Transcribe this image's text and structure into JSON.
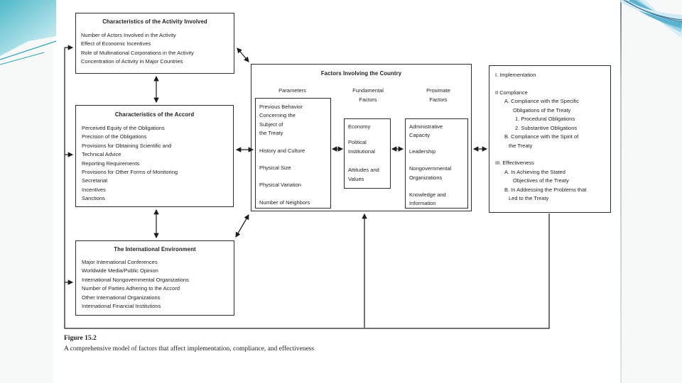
{
  "colors": {
    "accent_teal": "#56bcc9",
    "swoosh_blue": "#5cb2d1",
    "swoosh_navy": "#2b6585",
    "ink": "#1d1d1d"
  },
  "boxes": {
    "activity": {
      "title": "Characteristics of the Activity Involved",
      "items": [
        "Number of Actors Involved in the Activity",
        "Effect of Economic Incentives",
        "Role of Multinational Corporations in the Activity",
        "Concentration of Activity in Major Countries"
      ]
    },
    "accord": {
      "title": "Characteristics of the Accord",
      "items": [
        "Perceived Equity of the Obligations",
        "Precision of the Obligations",
        "Provisions for Obtaining Scientific and",
        "Technical Advice",
        "Reporting Requirements",
        "Provisions for Other Forms of Monitoring",
        "Secretariat",
        "Incentives",
        "Sanctions"
      ]
    },
    "environment": {
      "title": "The International Environment",
      "items": [
        "Major International Conferences",
        "Worldwide Media/Public Opinion",
        "International Nongovernmental Organizations",
        "Number of Parties Adhering to the Accord",
        "Other International Organizations",
        "International Financial Institutions"
      ]
    },
    "country": {
      "title": "Factors Involving the Country",
      "columns": [
        {
          "header": "Parameters",
          "items": [
            "Previous Behavior",
            "Concerning the",
            "Subject of",
            "the Treaty",
            "History and Culture",
            "Physical Size",
            "Physical Variation",
            "Number of Neighbors"
          ]
        },
        {
          "header": "Fundamental Factors",
          "items": [
            "Economy",
            "Political",
            "Institutional",
            "Attitudes and",
            "Values"
          ]
        },
        {
          "header": "Proximate Factors",
          "items": [
            "Administrative",
            "Capacity",
            "Leadership",
            "Nongovernmental",
            "Organizations",
            "Knowledge and",
            "Information"
          ]
        }
      ]
    },
    "outcomes": {
      "lines": [
        "I. Implementation",
        "II Compliance",
        "A. Compliance with the Specific",
        "Obligations of the Treaty",
        "1. Procedural Obligations",
        "2. Substantive Obligations",
        "B. Compliance with the Spirit of",
        "the Treaty",
        "III. Effectiveness",
        "A. In Achieving the Stated",
        "Objectives of the Treaty",
        "B. In Addressing the Problems that",
        "Led to the Treaty"
      ]
    }
  },
  "caption": {
    "label": "Figure 15.2",
    "text": "A comprehensive model of factors that affect implementation, compliance, and effectiveness"
  }
}
